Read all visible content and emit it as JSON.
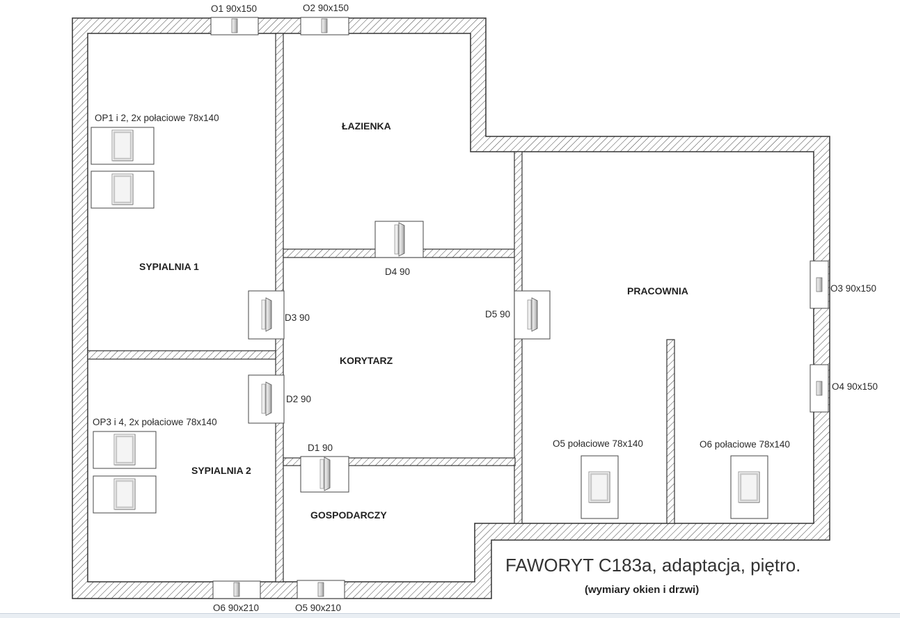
{
  "title": "FAWORYT C183a, adaptacja, piętro.",
  "subtitle": "(wymiary okien i drzwi)",
  "rooms": {
    "lazienka": "ŁAZIENKA",
    "sypialnia1": "SYPIALNIA 1",
    "sypialnia2": "SYPIALNIA 2",
    "korytarz": "KORYTARZ",
    "gospodarczy": "GOSPODARCZY",
    "pracownia": "PRACOWNIA"
  },
  "windows": {
    "o1": "O1 90x150",
    "o2": "O2 90x150",
    "o3": "O3 90x150",
    "o4": "O4 90x150",
    "o5_bottom": "O5 90x210",
    "o6_bottom": "O6 90x210",
    "op12": "OP1 i 2, 2x  połaciowe 78x140",
    "op34": "OP3 i 4,  2x połaciowe 78x140",
    "o5_roof": "O5 połaciowe 78x140",
    "o6_roof": "O6 połaciowe 78x140"
  },
  "doors": {
    "d1": "D1 90",
    "d2": "D2 90",
    "d3": "D3 90",
    "d4": "D4 90",
    "d5": "D5 90"
  }
}
